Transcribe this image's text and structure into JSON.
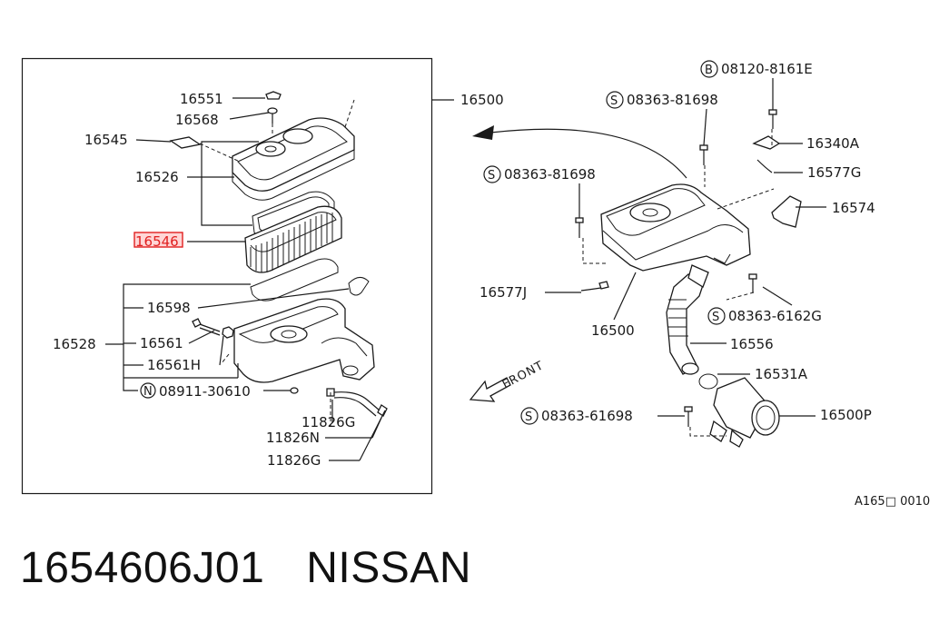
{
  "callouts": {
    "c16551": "16551",
    "c16568": "16568",
    "c16545": "16545",
    "c16526": "16526",
    "c16546": "16546",
    "c16598": "16598",
    "c16528": "16528",
    "c16561": "16561",
    "c16561h": "16561H",
    "c08911": "08911-30610",
    "c11826g_a": "11826G",
    "c11826n": "11826N",
    "c11826g_b": "11826G",
    "c16500_box": "16500",
    "c08120": "08120-8161E",
    "c08363_top": "08363-81698",
    "c16340a": "16340A",
    "c08363_left": "08363-81698",
    "c16577g": "16577G",
    "c16574": "16574",
    "c16577j": "16577J",
    "c16500_mid": "16500",
    "c08363_6162": "08363-6162G",
    "c16556": "16556",
    "c16531a": "16531A",
    "c08363_bottom": "08363-61698",
    "c16500p": "16500P"
  },
  "badges": {
    "b_letter": "B",
    "s_letter": "S",
    "n_letter": "N"
  },
  "front_label": "FRONT",
  "reference_code": "A165□ 0010",
  "caption": {
    "part_number": "1654606J01",
    "brand": "NISSAN"
  },
  "colors": {
    "highlight_fill": "#ffd6d6",
    "highlight_stroke": "#e02020",
    "ink": "#1a1a1a"
  }
}
